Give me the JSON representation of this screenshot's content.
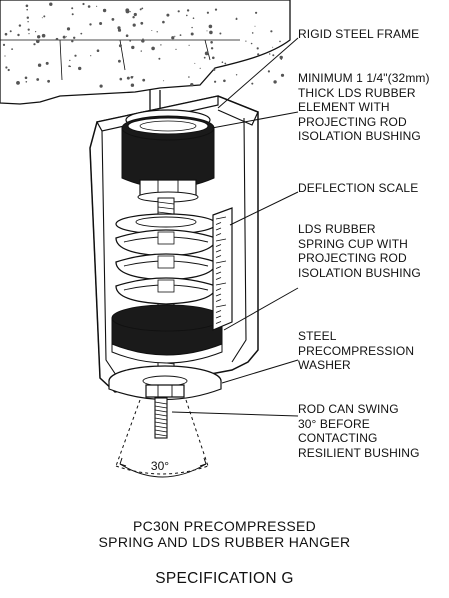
{
  "callouts": {
    "frame": "RIGID STEEL FRAME",
    "rubber_element": "MINIMUM 1 1/4\"(32mm)\nTHICK LDS RUBBER\nELEMENT WITH\nPROJECTING ROD\nISOLATION BUSHING",
    "deflection_scale": "DEFLECTION SCALE",
    "spring_cup": "LDS RUBBER\nSPRING CUP WITH\nPROJECTING ROD\nISOLATION BUSHING",
    "washer": "STEEL\nPRECOMPRESSION\nWASHER",
    "rod_swing": "ROD CAN SWING\n30° BEFORE\nCONTACTING\nRESILIENT BUSHING"
  },
  "swing_angle_label": "30°",
  "caption": {
    "title": "PC30N PRECOMPRESSED\nSPRING AND LDS RUBBER HANGER",
    "specification": "SPECIFICATION G"
  },
  "colors": {
    "ink": "#111111",
    "rubber": "#1a1a1a",
    "paper": "#ffffff",
    "concrete_speckle": "#555555"
  }
}
